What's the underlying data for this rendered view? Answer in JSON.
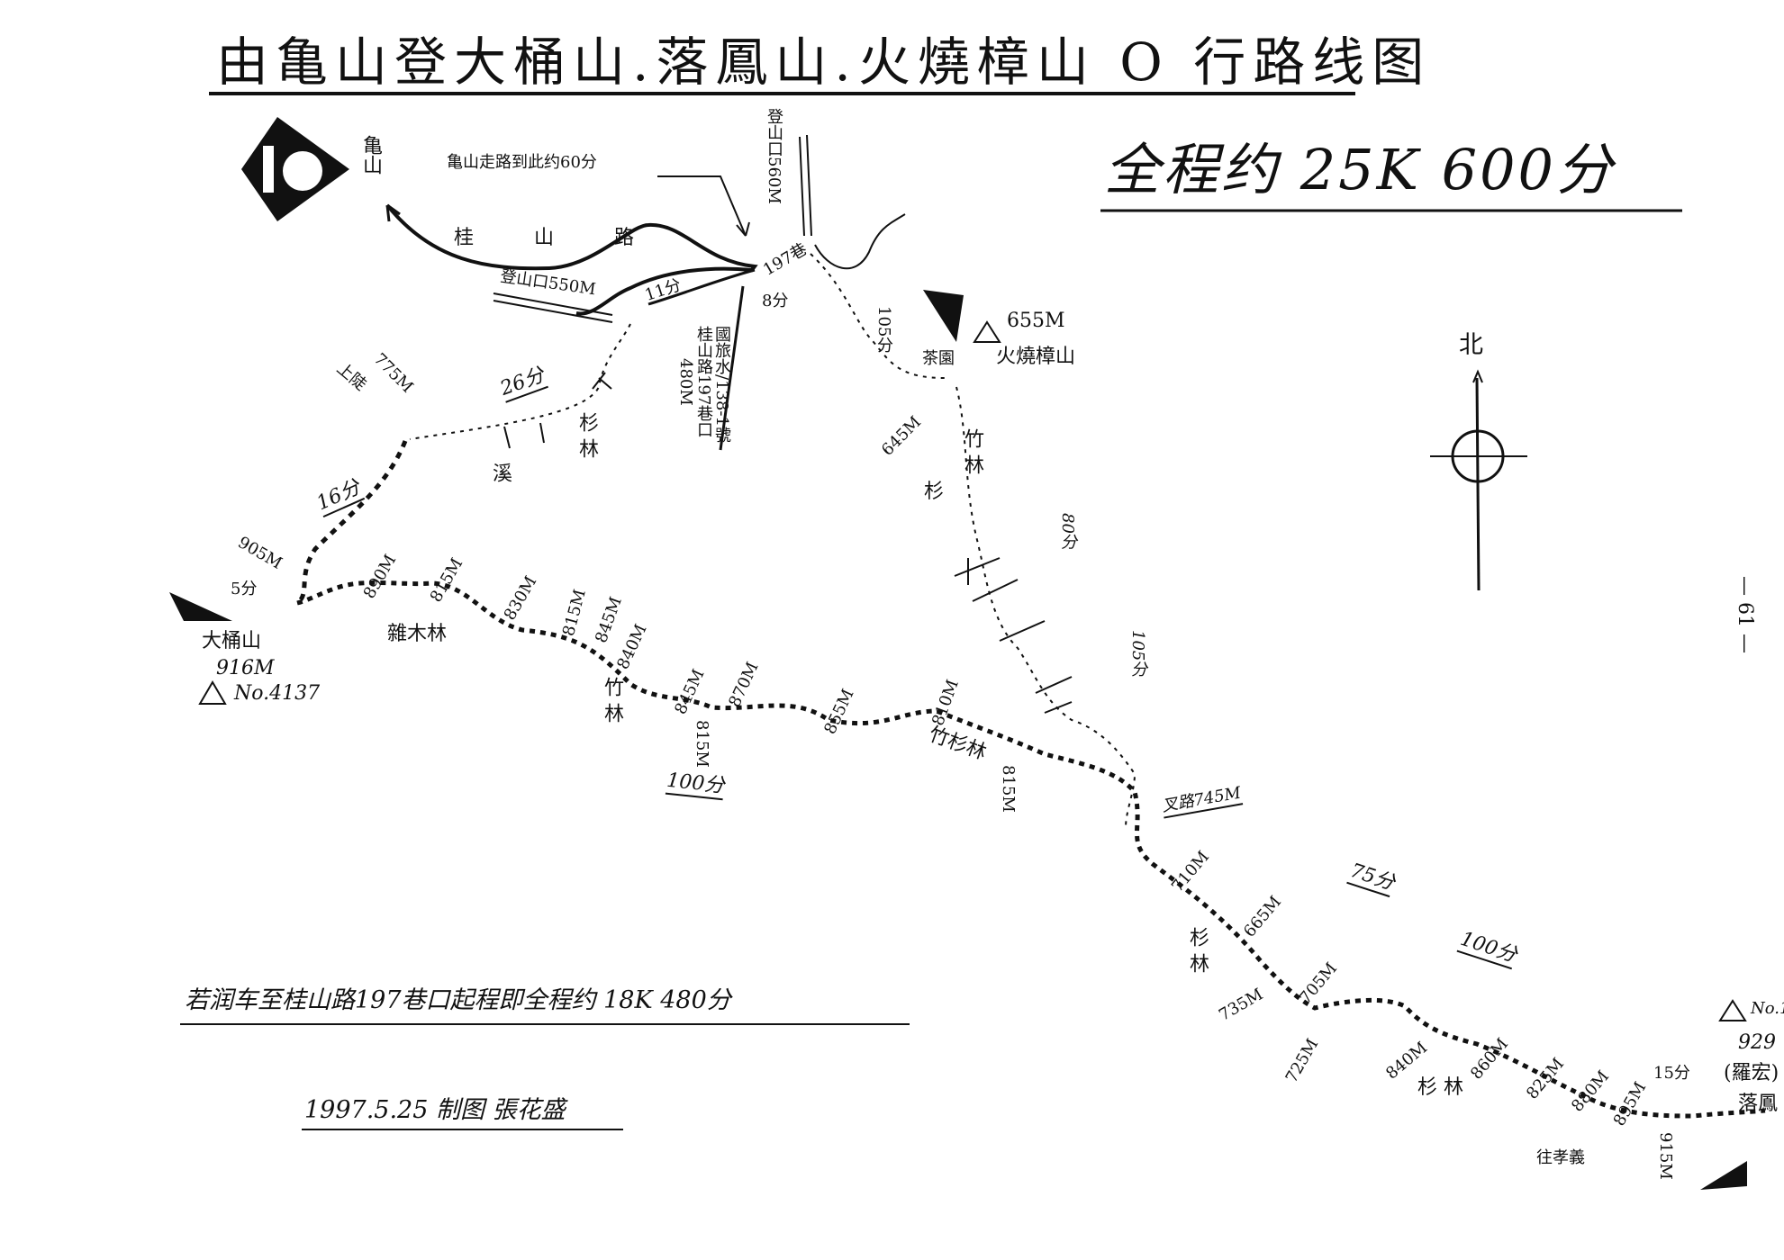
{
  "title": "由亀山登大桶山.落鳳山.火燒樟山 O 行路线图",
  "total": "全程约 25K 600分",
  "summary_note": "若润车至桂山路197巷口起程即全程约 18K 480分",
  "author_line": "1997.5.25 制图 張花盛",
  "page_number": "— 61 —",
  "north_label": "北",
  "route_labels": {
    "turtle_mountain": "亀山",
    "turtle_walk_note": "亀山走路到此约60分",
    "guishan_road": "桂 山 路",
    "trailhead_550": "登山口550M",
    "minutes_11": "11分",
    "trailhead_560": "登山口560M",
    "lane_197": "197巷",
    "minutes_8": "8分",
    "trailhead_480_line1": "480M",
    "trailhead_480_line2": "桂山路197巷口",
    "trailhead_480_line3": "國旅水/138-1號",
    "minutes_105a": "105分",
    "peak_655": "655M",
    "huoshao_zhangshan": "火燒樟山",
    "tea": "茶園",
    "elev_645": "645M",
    "bamboo_forest_1": "竹 林",
    "cedar_1": "杉",
    "minutes_80": "80分",
    "elev_775": "775M",
    "climb_up": "上陡",
    "minutes_26": "26分",
    "cedar_forest_1": "杉 林",
    "stream": "溪",
    "minutes_16": "16分",
    "elev_905": "905M",
    "minutes_5": "5分",
    "datongshan_name": "大桶山",
    "datongshan_elev": "916M",
    "datongshan_no": "No.4137",
    "elev_890": "890M",
    "elev_815a": "815M",
    "mixed_forest": "雜木林",
    "elev_830": "830M",
    "elev_815b": "815M",
    "elev_845a": "845M",
    "elev_840": "840M",
    "bamboo_forest_2": "竹 林",
    "elev_845b": "845M",
    "elev_870": "870M",
    "elev_815c": "815M",
    "minutes_100a": "100分",
    "elev_855": "855M",
    "elev_810": "810M",
    "bamboo_cedar_forest": "竹杉林",
    "elev_815d": "815M",
    "minutes_105b": "105分",
    "junction_745": "叉路745M",
    "elev_710": "710M",
    "minutes_75": "75分",
    "elev_665": "665M",
    "cedar_forest_2": "杉 林",
    "elev_735": "735M",
    "elev_705": "705M",
    "minutes_100b": "100分",
    "elev_725": "725M",
    "elev_840b": "840M",
    "elev_860": "860M",
    "cedar_forest_3": "杉 林",
    "elev_825": "825M",
    "elev_880": "880M",
    "elev_895": "895M",
    "minutes_15": "15分",
    "to_lianyi": "往孝義",
    "elev_915": "915M",
    "luofeng_no": "No.1",
    "luofeng_elev": "929",
    "luofeng_name": "(羅宏)",
    "luofeng_name2": "落鳳"
  },
  "icons": {
    "start_flag": "flag-icon",
    "triangulation_point": "triangle-benchmark-icon",
    "compass": "compass-icon",
    "legend_badge": "trail-badge-icon"
  },
  "colors": {
    "ink": "#111111",
    "paper": "#ffffff"
  }
}
